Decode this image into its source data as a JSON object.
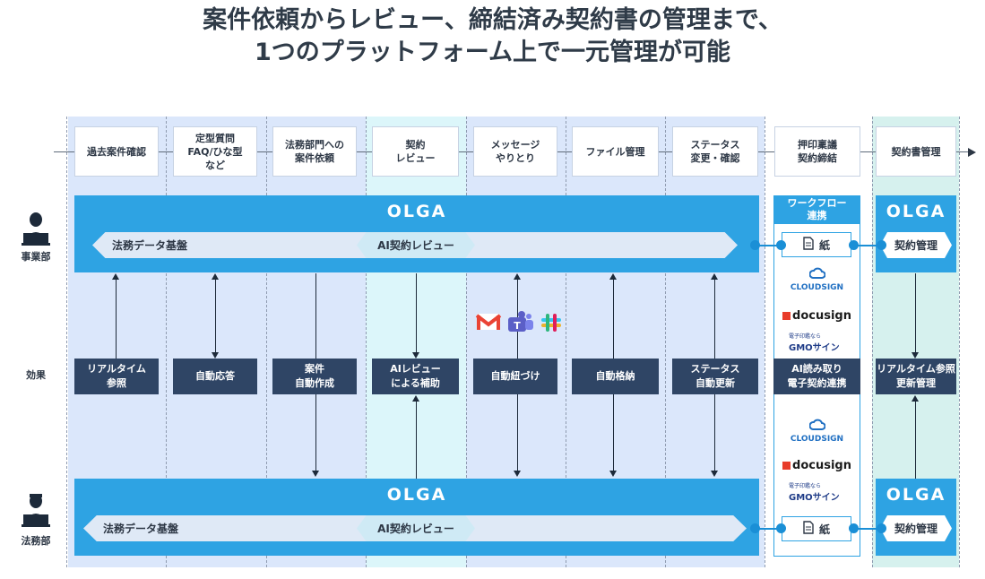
{
  "title": {
    "line1": "案件依頼からレビュー、締結済み契約書の管理まで、",
    "line2": "1つのプラットフォーム上で一元管理が可能"
  },
  "steps": [
    "過去案件確認",
    "定型質問\nFAQ/ひな型\nなど",
    "法務部門への\n案件依頼",
    "契約\nレビュー",
    "メッセージ\nやりとり",
    "ファイル管理",
    "ステータス\n変更・確認",
    "押印稟議\n契約締結",
    "契約書管理"
  ],
  "roles": {
    "business": "事業部",
    "effect": "効果",
    "legal": "法務部"
  },
  "olga": {
    "logo": "OLGA",
    "legal_data": "法務データ基盤",
    "ai_review": "AI契約レビュー",
    "contract_mgmt": "契約管理"
  },
  "effects": [
    "リアルタイム\n参照",
    "自動応答",
    "案件\n自動作成",
    "AIレビュー\nによる補助",
    "自動紐づけ",
    "自動格納",
    "ステータス\n自動更新",
    "AI読み取り\n電子契約連携",
    "リアルタイム参照\n更新管理"
  ],
  "workflow": {
    "header": "ワークフロー\n連携",
    "paper": "紙",
    "brands": {
      "cloudsign": "CLOUDSIGN",
      "docusign": "docusign",
      "gmo_small": "電子印鑑なら",
      "gmo": "GMOサイン"
    }
  },
  "messaging_icons": [
    "gmail-icon",
    "teams-icon",
    "slack-icon"
  ],
  "colors": {
    "band_blue": "#2ea3e3",
    "effect_navy": "#2f4565",
    "light_bg": "#dbe7fb",
    "cyan_bg": "#dcf6fa",
    "teal_bg": "#d6f1ee"
  }
}
